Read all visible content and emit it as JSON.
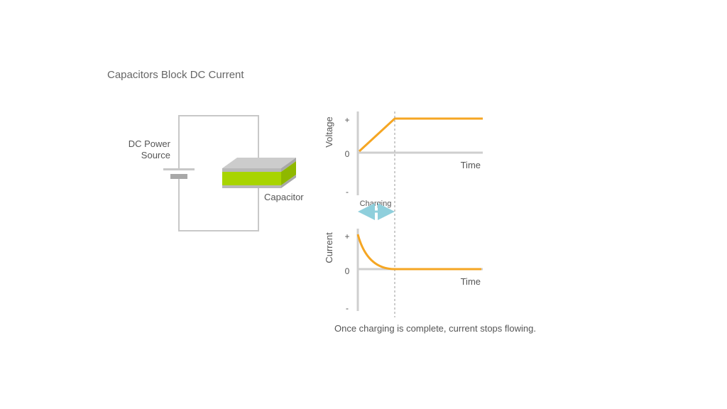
{
  "title": "Capacitors Block DC Current",
  "circuit": {
    "source_label_line1": "DC Power",
    "source_label_line2": "Source",
    "capacitor_label": "Capacitor"
  },
  "voltage_graph": {
    "ylabel": "Voltage",
    "tick_plus": "+",
    "tick_zero": "0",
    "tick_minus": "-",
    "xlabel": "Time"
  },
  "current_graph": {
    "ylabel": "Current",
    "tick_plus": "+",
    "tick_zero": "0",
    "tick_minus": "-",
    "xlabel": "Time"
  },
  "charging_label": "Charging",
  "caption": "Once charging is complete, current stops flowing.",
  "colors": {
    "wire": "#c8c8c8",
    "curve": "#f5a623",
    "plate_top": "#cccccc",
    "plate_front": "#b8b8b8",
    "dielectric": "#a8d400",
    "dielectric_dark": "#8fb800",
    "arrow": "#8fcfdc",
    "axis": "#cfcfcf",
    "dashed": "#999999"
  }
}
